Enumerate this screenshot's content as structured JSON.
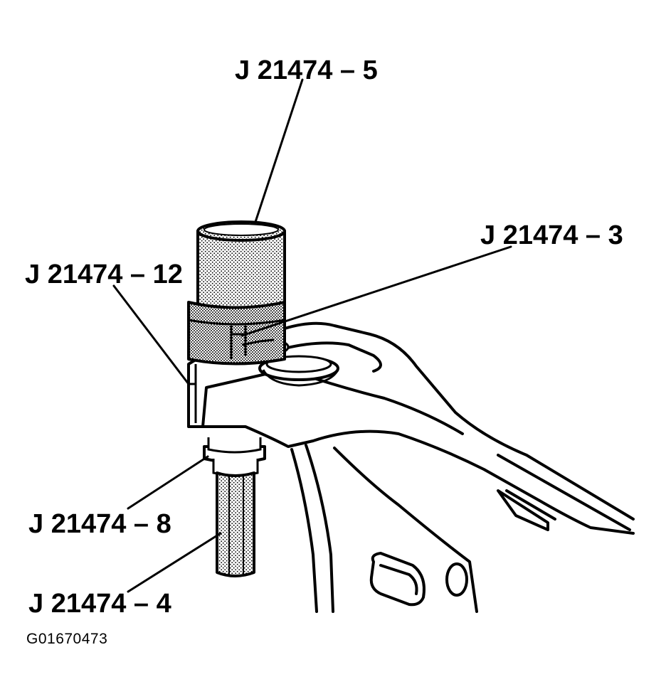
{
  "callouts": {
    "tool_5": "J 21474 – 5",
    "tool_3": "J 21474 – 3",
    "tool_12": "J 21474 – 12",
    "tool_8": "J 21474 – 8",
    "tool_4": "J 21474 – 4"
  },
  "figure_id": "G01670473",
  "colors": {
    "ink": "#000000",
    "background": "#ffffff",
    "stipple": "#000000"
  }
}
